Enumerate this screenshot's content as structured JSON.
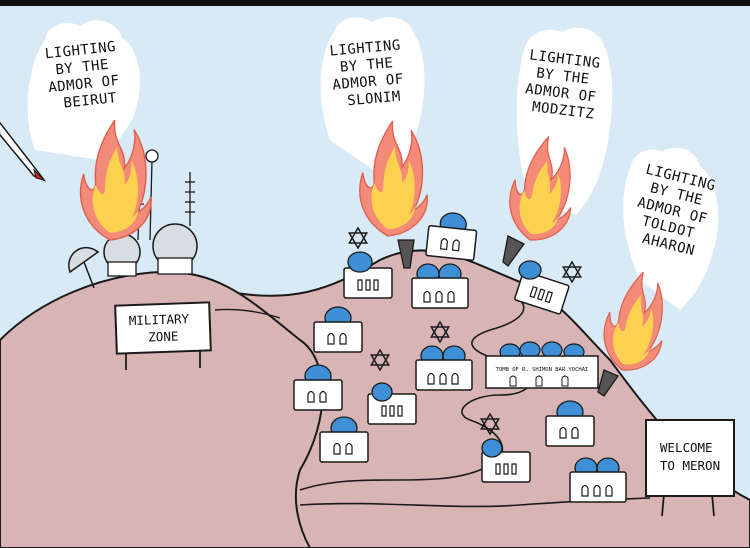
{
  "captions": {
    "beirut": [
      "LIGHTING",
      "BY THE",
      "ADMOR OF",
      "BEIRUT"
    ],
    "slonim": [
      "LIGHTING",
      "BY THE",
      "ADMOR OF",
      "SLONIM"
    ],
    "modzitz": [
      "LIGHTING",
      "BY THE",
      "ADMOR OF",
      "MODZITZ"
    ],
    "toldot": [
      "LIGHTING",
      "BY THE",
      "ADMOR OF",
      "TOLDOT",
      "AHARON"
    ]
  },
  "signs": {
    "military_zone": [
      "MILITARY",
      "ZONE"
    ],
    "tomb": "TOMB OF R. SHIMON BAR YOCHAI",
    "welcome": [
      "WELCOME",
      "TO MERON"
    ]
  },
  "colors": {
    "sky": "#d7eaf6",
    "hill": "#d8b5b4",
    "flame_outer": "#f48a78",
    "flame_inner": "#fbd24f",
    "dome": "#3f8fd6",
    "house": "#ffffff",
    "outline": "#1a1a1a"
  },
  "icons": [
    "missile-icon",
    "satellite-dish-icon",
    "radar-dome-icon",
    "antenna-icon",
    "star-of-david-icon",
    "torch-icon",
    "flame-icon"
  ]
}
